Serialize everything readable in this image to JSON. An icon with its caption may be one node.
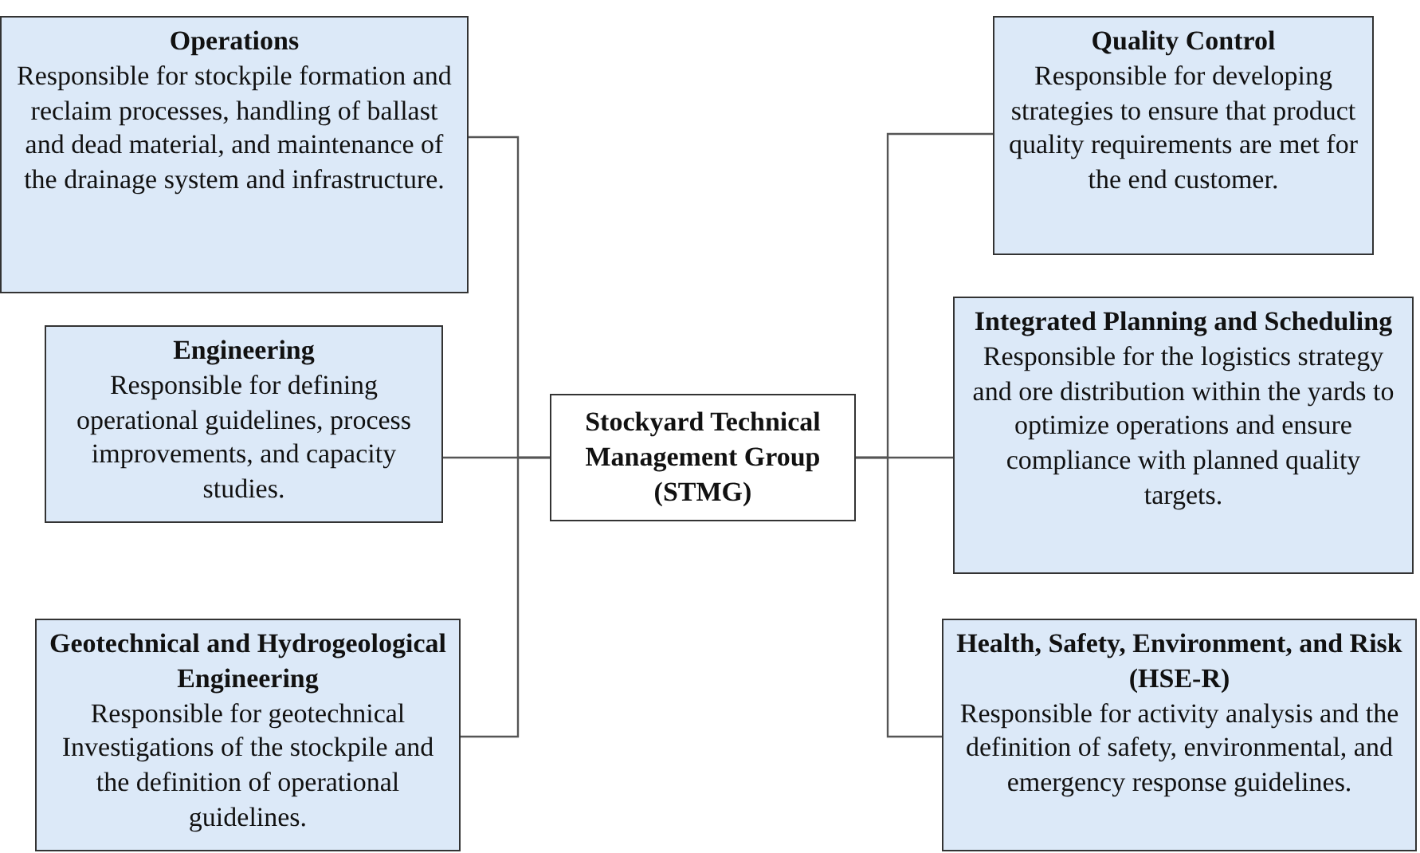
{
  "diagram": {
    "nodes": [
      {
        "text": [
          "Stockyard Technical Management Group (STMG)"
        ]
      },
      {
        "text": [
          "Operations",
          "Responsible for stockpile formation and reclaim processes, handling of ballast and dead material, and maintenance of the drainage system and infrastructure."
        ]
      },
      {
        "text": [
          "Engineering",
          "Responsible for defining operational guidelines, process improvements, and capacity studies."
        ]
      },
      {
        "text": [
          "Geotechnical and Hydrogeological Engineering",
          "Responsible for geotechnical Investigations of the stockpile and the definition of operational guidelines."
        ]
      },
      {
        "text": [
          "Quality Control",
          "Responsible for developing strategies to ensure that product quality requirements are met for the end customer."
        ]
      },
      {
        "text": [
          "Integrated Planning and Scheduling",
          "Responsible for the logistics strategy and ore distribution within the yards to optimize operations and ensure compliance with planned quality targets."
        ]
      },
      {
        "text": [
          "Health, Safety, Environment, and Risk (HSE-R)",
          "Responsible for activity analysis and the definition of safety, environmental, and emergency response guidelines."
        ]
      }
    ],
    "edges": [
      {
        "from": 0,
        "to": 1,
        "arrow": "none"
      },
      {
        "from": 0,
        "to": 2,
        "arrow": "none"
      },
      {
        "from": 0,
        "to": 3,
        "arrow": "none"
      },
      {
        "from": 0,
        "to": 4,
        "arrow": "none"
      },
      {
        "from": 0,
        "to": 5,
        "arrow": "none"
      },
      {
        "from": 0,
        "to": 6,
        "arrow": "none"
      }
    ]
  }
}
